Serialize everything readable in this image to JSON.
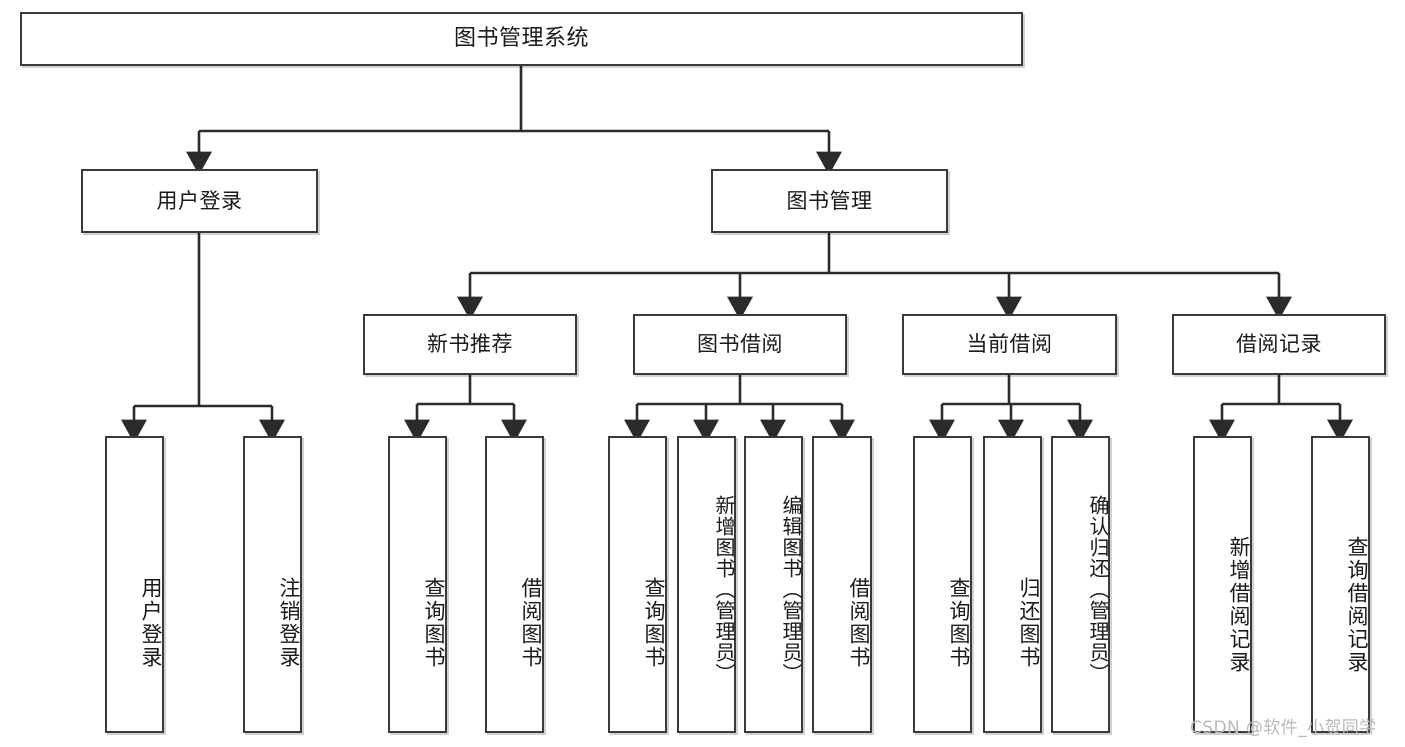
{
  "diagram": {
    "type": "tree-hierarchy",
    "title": "图书管理系统",
    "watermark": "CSDN @软件_小贺同学",
    "colors": {
      "node_border": "#3a3a3a",
      "node_fill": "#ffffff",
      "edge": "#2b2b2b",
      "text": "#1a1a1a",
      "watermark": "#b9b9b9"
    },
    "levels": {
      "root": "图书管理系统",
      "level1": [
        "用户登录",
        "图书管理"
      ],
      "level2": [
        "新书推荐",
        "图书借阅",
        "当前借阅",
        "借阅记录"
      ],
      "level3": [
        "用户登录",
        "注销登录",
        "查询图书",
        "借阅图书",
        "查询图书",
        "新增图书（管理员）",
        "编辑图书（管理员）",
        "借阅图书",
        "查询图书",
        "归还图书",
        "确认归还（管理员）",
        "新增借阅记录",
        "查询借阅记录"
      ]
    },
    "nodes": {
      "root": {
        "label": "图书管理系统"
      },
      "user_login": {
        "label": "用户登录"
      },
      "book_manage": {
        "label": "图书管理"
      },
      "new_book_rec": {
        "label": "新书推荐"
      },
      "book_borrow": {
        "label": "图书借阅"
      },
      "current_borrow": {
        "label": "当前借阅"
      },
      "borrow_record": {
        "label": "借阅记录"
      },
      "leaf_user_login": {
        "label": "用户登录"
      },
      "leaf_logout": {
        "label": "注销登录"
      },
      "leaf_query_book_1": {
        "label": "查询图书"
      },
      "leaf_borrow_book_1": {
        "label": "借阅图书"
      },
      "leaf_query_book_2": {
        "label": "查询图书"
      },
      "leaf_add_book_admin": {
        "label": "新增图书（管理员）"
      },
      "leaf_edit_book_admin": {
        "label": "编辑图书（管理员）"
      },
      "leaf_borrow_book_2": {
        "label": "借阅图书"
      },
      "leaf_query_book_3": {
        "label": "查询图书"
      },
      "leaf_return_book": {
        "label": "归还图书"
      },
      "leaf_confirm_return_admin": {
        "label": "确认归还（管理员）"
      },
      "leaf_add_borrow_record": {
        "label": "新增借阅记录"
      },
      "leaf_query_borrow_record": {
        "label": "查询借阅记录"
      }
    },
    "edges": [
      {
        "from": "root",
        "to": "user_login"
      },
      {
        "from": "root",
        "to": "book_manage"
      },
      {
        "from": "user_login",
        "to": "leaf_user_login"
      },
      {
        "from": "user_login",
        "to": "leaf_logout"
      },
      {
        "from": "book_manage",
        "to": "new_book_rec"
      },
      {
        "from": "book_manage",
        "to": "book_borrow"
      },
      {
        "from": "book_manage",
        "to": "current_borrow"
      },
      {
        "from": "book_manage",
        "to": "borrow_record"
      },
      {
        "from": "new_book_rec",
        "to": "leaf_query_book_1"
      },
      {
        "from": "new_book_rec",
        "to": "leaf_borrow_book_1"
      },
      {
        "from": "book_borrow",
        "to": "leaf_query_book_2"
      },
      {
        "from": "book_borrow",
        "to": "leaf_add_book_admin"
      },
      {
        "from": "book_borrow",
        "to": "leaf_edit_book_admin"
      },
      {
        "from": "book_borrow",
        "to": "leaf_borrow_book_2"
      },
      {
        "from": "current_borrow",
        "to": "leaf_query_book_3"
      },
      {
        "from": "current_borrow",
        "to": "leaf_return_book"
      },
      {
        "from": "current_borrow",
        "to": "leaf_confirm_return_admin"
      },
      {
        "from": "borrow_record",
        "to": "leaf_add_borrow_record"
      },
      {
        "from": "borrow_record",
        "to": "leaf_query_borrow_record"
      }
    ]
  }
}
